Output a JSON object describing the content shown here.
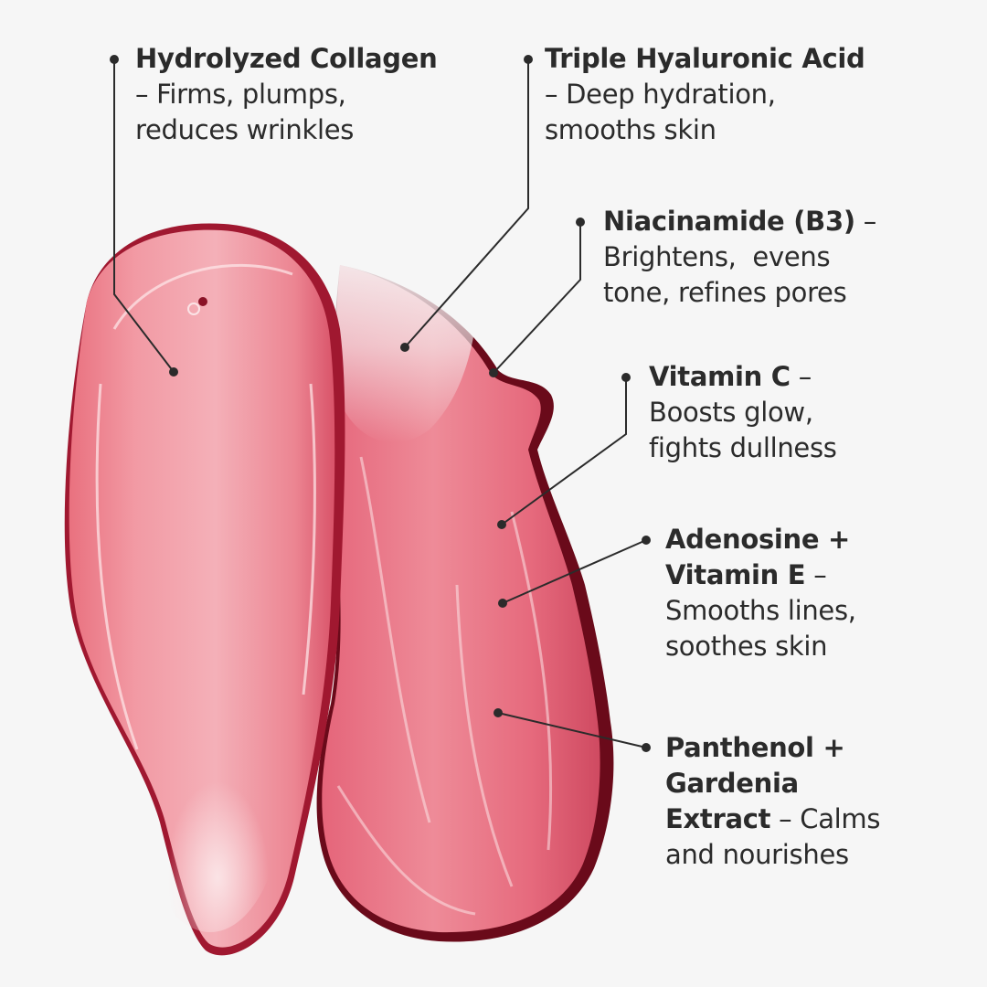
{
  "background_color": "#f6f6f6",
  "text_color": "#2b2b2b",
  "swatch_colors": {
    "light_pink": "#f2a5ae",
    "mid_pink": "#e9717f",
    "deep_pink": "#d64e63",
    "edge_dark": "#6a0a1a"
  },
  "ingredients": [
    {
      "name_lines": [
        "Hydrolyzed Collagen"
      ],
      "desc_lines": [
        "– Firms, plumps,",
        "reduces wrinkles"
      ],
      "name_suffix": ""
    },
    {
      "name_lines": [
        "Triple Hyaluronic Acid"
      ],
      "desc_lines": [
        "– Deep hydration,",
        "smooths skin"
      ],
      "name_suffix": ""
    },
    {
      "name_lines": [
        "Niacinamide (B3)"
      ],
      "name_suffix": " –",
      "desc_lines": [
        "Brightens,  evens",
        "tone, refines pores"
      ]
    },
    {
      "name_lines": [
        "Vitamin C"
      ],
      "name_suffix": " –",
      "desc_lines": [
        "Boosts glow,",
        "fights dullness"
      ]
    },
    {
      "name_lines": [
        "Adenosine +",
        "Vitamin E"
      ],
      "name_suffix": " –",
      "desc_lines": [
        "Smooths lines,",
        "soothes skin"
      ]
    },
    {
      "name_lines": [
        "Panthenol +",
        "Gardenia",
        "Extract"
      ],
      "name_suffix": " – Calms",
      "desc_lines": [
        "and nourishes"
      ]
    }
  ]
}
